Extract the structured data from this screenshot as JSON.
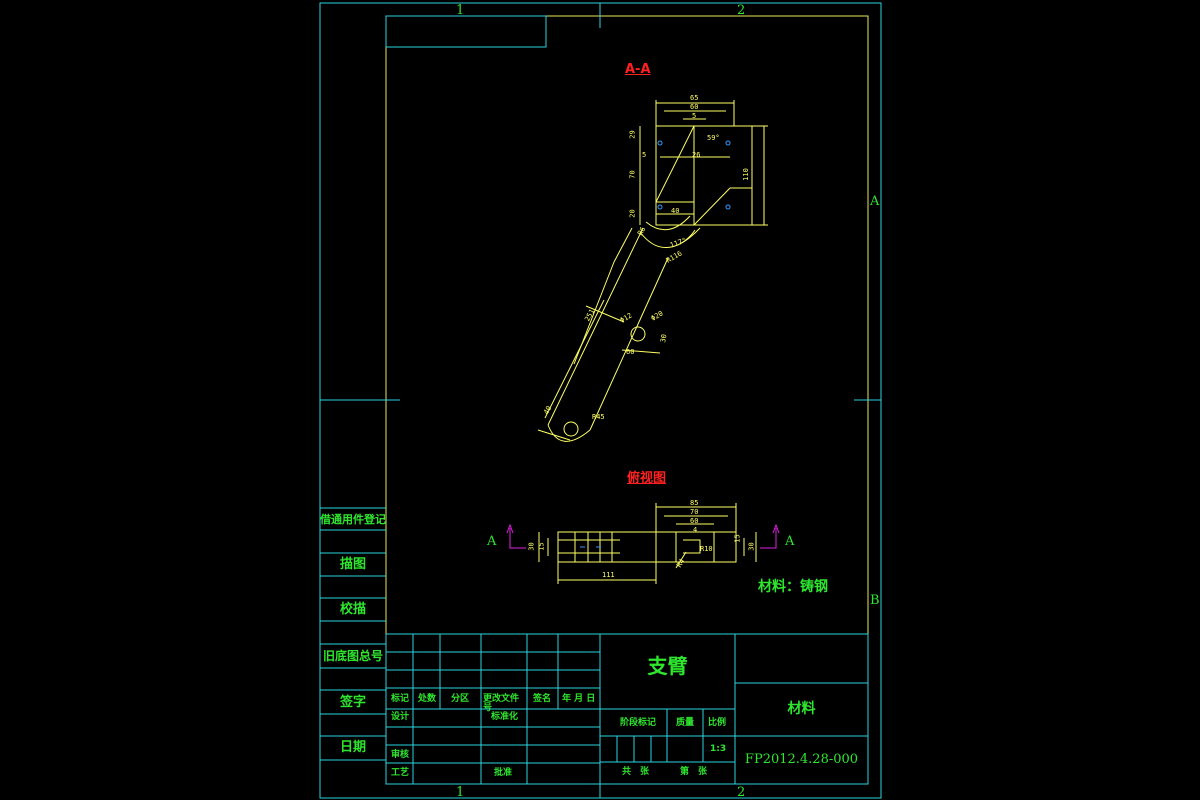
{
  "zones": {
    "top": [
      "1",
      "2"
    ],
    "bottom": [
      "1",
      "2"
    ],
    "right": [
      "A",
      "B"
    ]
  },
  "views": {
    "section_title": "A-A",
    "plan_title": "俯视图",
    "section_marker_left": "A",
    "section_marker_right": "A"
  },
  "dimensions_section": {
    "top_65": "65",
    "top_60": "60",
    "top_5": "5",
    "left_29": "29",
    "left_5": "5",
    "left_70": "70",
    "left_20": "20",
    "right_110": "110",
    "inner_26": "26",
    "inner_40": "40",
    "angle_59": "59°",
    "r6": "R6",
    "arm_length": "251",
    "r116": "R116",
    "angle_117": "117°",
    "phi20": "Φ20",
    "phi12": "Φ12",
    "dim_30": "30",
    "dim_60": "60",
    "end_40": "40",
    "r45": "R45"
  },
  "dimensions_plan": {
    "top_85": "85",
    "top_70": "70",
    "top_60": "60",
    "top_4": "4",
    "left_30": "30",
    "left_15": "15",
    "right_15": "15",
    "right_30": "30",
    "bottom_111": "111",
    "r4": "R4",
    "r10": "R10"
  },
  "material_note": "材料：铸钢",
  "side_labels": [
    "借通用件登记",
    "描图",
    "校描",
    "旧底图总号",
    "签字",
    "日期"
  ],
  "title_block": {
    "part_name": "支臂",
    "material_label": "材料",
    "drawing_number": "FP2012.4.28-000",
    "revision_headers": [
      "标记",
      "处数",
      "分区",
      "更改文件号",
      "签名",
      "年 月 日"
    ],
    "design": "设计",
    "standardization": "标准化",
    "review": "审核",
    "process": "工艺",
    "approve": "批准",
    "stage_mark": "阶段标记",
    "weight": "质量",
    "scale_label": "比例",
    "scale_value": "1:3",
    "sheets_total": "共　张",
    "sheet_no": "第　张"
  },
  "colors": {
    "frame": "#2ad4e0",
    "outline": "#ffff66",
    "dimension": "#ffff66",
    "text": "#2ee62e",
    "title_red": "#ff2020",
    "section_arrow": "#e020e0",
    "centerline": "#3399ff"
  }
}
